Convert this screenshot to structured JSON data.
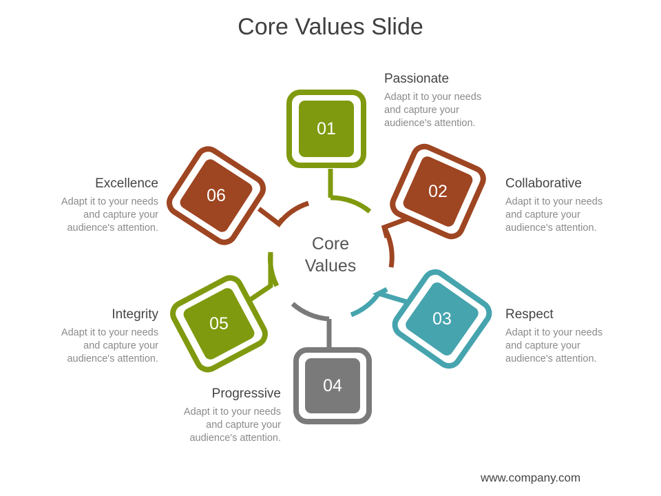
{
  "title": "Core Values Slide",
  "center": {
    "line1": "Core",
    "line2": "Values"
  },
  "colors": {
    "green": "#7f9a0e",
    "brown": "#9e4522",
    "teal": "#46a4ae",
    "gray": "#7a7a7a"
  },
  "values": [
    {
      "num": "01",
      "title": "Passionate",
      "text": "Adapt it to your needs and capture your audience's attention.",
      "color": "#7f9a0e"
    },
    {
      "num": "02",
      "title": "Collaborative",
      "text": "Adapt it to your needs and capture your audience's attention.",
      "color": "#9e4522"
    },
    {
      "num": "03",
      "title": "Respect",
      "text": "Adapt it to your needs and capture your audience's attention.",
      "color": "#46a4ae"
    },
    {
      "num": "04",
      "title": "Progressive",
      "text": "Adapt it to your needs and capture your audience's attention.",
      "color": "#7a7a7a"
    },
    {
      "num": "05",
      "title": "Integrity",
      "text": "Adapt it to your needs and capture your audience's attention.",
      "color": "#7f9a0e"
    },
    {
      "num": "06",
      "title": "Excellence",
      "text": "Adapt it to your needs and capture your audience's attention.",
      "color": "#9e4522"
    }
  ],
  "footer": "www.company.com"
}
